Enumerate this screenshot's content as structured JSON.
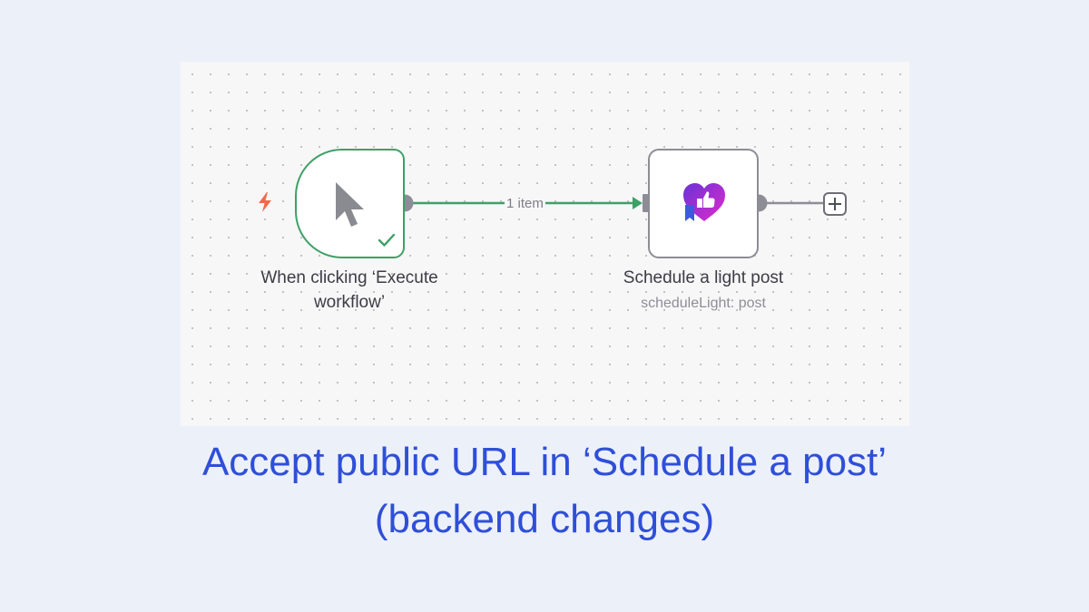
{
  "workflow": {
    "trigger_node": {
      "title": "When clicking ‘Execute workflow’",
      "icon": "cursor-icon",
      "status_icon": "check-icon",
      "border_color": "#3fa066"
    },
    "connection": {
      "label": "1 item",
      "color": "#3fa066"
    },
    "action_node": {
      "title": "Schedule a light post",
      "subtitle": "scheduleLight: post",
      "icon": "schedule-light-logo-icon",
      "border_color": "#8d8d96"
    },
    "add_node": {
      "icon": "plus-icon"
    },
    "trigger_indicator": {
      "icon": "lightning-bolt-icon",
      "color": "#ef6a4b"
    }
  },
  "caption": {
    "line1": "Accept public URL in ‘Schedule a post’",
    "line2": "(backend changes)",
    "color": "#2f4fd8"
  }
}
